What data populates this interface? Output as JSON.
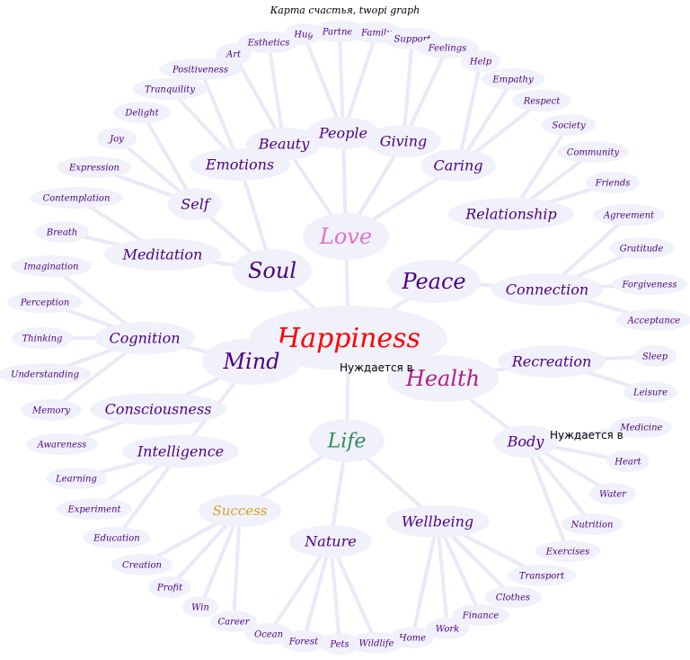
{
  "title": "Карта счастья, twopi graph",
  "notes": [
    "Нуждается в",
    "Нуждается в"
  ],
  "colors": {
    "edge": "#e9e9f8",
    "node_fill": "#f1f1fb",
    "text_default": "#4b0082",
    "happiness": "#ff0000",
    "love": "#e070c8",
    "health": "#b0208a",
    "life": "#2e8b57",
    "success": "#d4a020"
  },
  "diagram": {
    "nodes": [
      {
        "id": "happiness",
        "label": "Happiness",
        "level": 0
      },
      {
        "id": "love",
        "label": "Love",
        "level": 1
      },
      {
        "id": "soul",
        "label": "Soul",
        "level": 1
      },
      {
        "id": "mind",
        "label": "Mind",
        "level": 1
      },
      {
        "id": "peace",
        "label": "Peace",
        "level": 1
      },
      {
        "id": "health",
        "label": "Health",
        "level": 1
      },
      {
        "id": "life",
        "label": "Life",
        "level": 1
      },
      {
        "id": "people",
        "label": "People",
        "level": 2
      },
      {
        "id": "beauty",
        "label": "Beauty",
        "level": 2
      },
      {
        "id": "giving",
        "label": "Giving",
        "level": 2
      },
      {
        "id": "emotions",
        "label": "Emotions",
        "level": 2
      },
      {
        "id": "caring",
        "label": "Caring",
        "level": 2
      },
      {
        "id": "self",
        "label": "Self",
        "level": 2
      },
      {
        "id": "relationship",
        "label": "Relationship",
        "level": 2
      },
      {
        "id": "meditation",
        "label": "Meditation",
        "level": 2
      },
      {
        "id": "connection",
        "label": "Connection",
        "level": 2
      },
      {
        "id": "cognition",
        "label": "Cognition",
        "level": 2
      },
      {
        "id": "recreation",
        "label": "Recreation",
        "level": 2
      },
      {
        "id": "consciousness",
        "label": "Consciousness",
        "level": 2
      },
      {
        "id": "body",
        "label": "Body",
        "level": 2
      },
      {
        "id": "intelligence",
        "label": "Intelligence",
        "level": 2
      },
      {
        "id": "success",
        "label": "Success",
        "level": 2
      },
      {
        "id": "wellbeing",
        "label": "Wellbeing",
        "level": 2
      },
      {
        "id": "nature",
        "label": "Nature",
        "level": 2
      },
      {
        "id": "hug",
        "label": "Hug",
        "level": 3
      },
      {
        "id": "partner",
        "label": "Partner",
        "level": 3
      },
      {
        "id": "family",
        "label": "Family",
        "level": 3
      },
      {
        "id": "esthetics",
        "label": "Esthetics",
        "level": 3
      },
      {
        "id": "support",
        "label": "Support",
        "level": 3
      },
      {
        "id": "art",
        "label": "Art",
        "level": 3
      },
      {
        "id": "feelings",
        "label": "Feelings",
        "level": 3
      },
      {
        "id": "positiveness",
        "label": "Positiveness",
        "level": 3
      },
      {
        "id": "help",
        "label": "Help",
        "level": 3
      },
      {
        "id": "empathy",
        "label": "Empathy",
        "level": 3
      },
      {
        "id": "tranquility",
        "label": "Tranquility",
        "level": 3
      },
      {
        "id": "delight",
        "label": "Delight",
        "level": 3
      },
      {
        "id": "respect",
        "label": "Respect",
        "level": 3
      },
      {
        "id": "society",
        "label": "Society",
        "level": 3
      },
      {
        "id": "joy",
        "label": "Joy",
        "level": 3
      },
      {
        "id": "community",
        "label": "Community",
        "level": 3
      },
      {
        "id": "expression",
        "label": "Expression",
        "level": 3
      },
      {
        "id": "friends",
        "label": "Friends",
        "level": 3
      },
      {
        "id": "contemplation",
        "label": "Contemplation",
        "level": 3
      },
      {
        "id": "agreement",
        "label": "Agreement",
        "level": 3
      },
      {
        "id": "breath",
        "label": "Breath",
        "level": 3
      },
      {
        "id": "gratitude",
        "label": "Gratitude",
        "level": 3
      },
      {
        "id": "imagination",
        "label": "Imagination",
        "level": 3
      },
      {
        "id": "forgiveness",
        "label": "Forgiveness",
        "level": 3
      },
      {
        "id": "perception",
        "label": "Perception",
        "level": 3
      },
      {
        "id": "acceptance",
        "label": "Acceptance",
        "level": 3
      },
      {
        "id": "thinking",
        "label": "Thinking",
        "level": 3
      },
      {
        "id": "sleep",
        "label": "Sleep",
        "level": 3
      },
      {
        "id": "understanding",
        "label": "Understanding",
        "level": 3
      },
      {
        "id": "leisure",
        "label": "Leisure",
        "level": 3
      },
      {
        "id": "memory",
        "label": "Memory",
        "level": 3
      },
      {
        "id": "medicine",
        "label": "Medicine",
        "level": 3
      },
      {
        "id": "awareness",
        "label": "Awareness",
        "level": 3
      },
      {
        "id": "heart",
        "label": "Heart",
        "level": 3
      },
      {
        "id": "learning",
        "label": "Learning",
        "level": 3
      },
      {
        "id": "water",
        "label": "Water",
        "level": 3
      },
      {
        "id": "experiment",
        "label": "Experiment",
        "level": 3
      },
      {
        "id": "nutrition",
        "label": "Nutrition",
        "level": 3
      },
      {
        "id": "education",
        "label": "Education",
        "level": 3
      },
      {
        "id": "exercises",
        "label": "Exercises",
        "level": 3
      },
      {
        "id": "creation",
        "label": "Creation",
        "level": 3
      },
      {
        "id": "transport",
        "label": "Transport",
        "level": 3
      },
      {
        "id": "profit",
        "label": "Profit",
        "level": 3
      },
      {
        "id": "clothes",
        "label": "Clothes",
        "level": 3
      },
      {
        "id": "win",
        "label": "Win",
        "level": 3
      },
      {
        "id": "finance",
        "label": "Finance",
        "level": 3
      },
      {
        "id": "career",
        "label": "Career",
        "level": 3
      },
      {
        "id": "work",
        "label": "Work",
        "level": 3
      },
      {
        "id": "ocean",
        "label": "Ocean",
        "level": 3
      },
      {
        "id": "home",
        "label": "Home",
        "level": 3
      },
      {
        "id": "forest",
        "label": "Forest",
        "level": 3
      },
      {
        "id": "wildlife",
        "label": "Wildlife",
        "level": 3
      },
      {
        "id": "pets",
        "label": "Pets",
        "level": 3
      }
    ],
    "edges": [
      [
        "happiness",
        "love"
      ],
      [
        "happiness",
        "soul"
      ],
      [
        "happiness",
        "mind"
      ],
      [
        "happiness",
        "peace"
      ],
      [
        "happiness",
        "health"
      ],
      [
        "happiness",
        "life"
      ],
      [
        "love",
        "people"
      ],
      [
        "love",
        "beauty"
      ],
      [
        "love",
        "giving"
      ],
      [
        "love",
        "caring"
      ],
      [
        "soul",
        "emotions"
      ],
      [
        "soul",
        "self"
      ],
      [
        "soul",
        "meditation"
      ],
      [
        "peace",
        "relationship"
      ],
      [
        "peace",
        "connection"
      ],
      [
        "mind",
        "cognition"
      ],
      [
        "mind",
        "consciousness"
      ],
      [
        "mind",
        "intelligence"
      ],
      [
        "health",
        "recreation"
      ],
      [
        "health",
        "body"
      ],
      [
        "life",
        "success"
      ],
      [
        "life",
        "nature"
      ],
      [
        "life",
        "wellbeing"
      ],
      [
        "people",
        "hug"
      ],
      [
        "people",
        "partner"
      ],
      [
        "people",
        "family"
      ],
      [
        "beauty",
        "esthetics"
      ],
      [
        "beauty",
        "art"
      ],
      [
        "giving",
        "support"
      ],
      [
        "giving",
        "feelings"
      ],
      [
        "caring",
        "help"
      ],
      [
        "caring",
        "empathy"
      ],
      [
        "caring",
        "respect"
      ],
      [
        "emotions",
        "positiveness"
      ],
      [
        "emotions",
        "tranquility"
      ],
      [
        "self",
        "delight"
      ],
      [
        "self",
        "joy"
      ],
      [
        "self",
        "expression"
      ],
      [
        "relationship",
        "society"
      ],
      [
        "relationship",
        "community"
      ],
      [
        "relationship",
        "friends"
      ],
      [
        "meditation",
        "contemplation"
      ],
      [
        "meditation",
        "breath"
      ],
      [
        "connection",
        "agreement"
      ],
      [
        "connection",
        "gratitude"
      ],
      [
        "connection",
        "forgiveness"
      ],
      [
        "connection",
        "acceptance"
      ],
      [
        "cognition",
        "imagination"
      ],
      [
        "cognition",
        "perception"
      ],
      [
        "cognition",
        "thinking"
      ],
      [
        "cognition",
        "understanding"
      ],
      [
        "cognition",
        "memory"
      ],
      [
        "recreation",
        "sleep"
      ],
      [
        "recreation",
        "leisure"
      ],
      [
        "consciousness",
        "awareness"
      ],
      [
        "body",
        "medicine"
      ],
      [
        "body",
        "heart"
      ],
      [
        "body",
        "water"
      ],
      [
        "body",
        "nutrition"
      ],
      [
        "body",
        "exercises"
      ],
      [
        "intelligence",
        "learning"
      ],
      [
        "intelligence",
        "experiment"
      ],
      [
        "intelligence",
        "education"
      ],
      [
        "success",
        "creation"
      ],
      [
        "success",
        "profit"
      ],
      [
        "success",
        "win"
      ],
      [
        "success",
        "career"
      ],
      [
        "wellbeing",
        "transport"
      ],
      [
        "wellbeing",
        "clothes"
      ],
      [
        "wellbeing",
        "finance"
      ],
      [
        "wellbeing",
        "work"
      ],
      [
        "wellbeing",
        "home"
      ],
      [
        "nature",
        "ocean"
      ],
      [
        "nature",
        "forest"
      ],
      [
        "nature",
        "wildlife"
      ],
      [
        "nature",
        "pets"
      ]
    ]
  }
}
